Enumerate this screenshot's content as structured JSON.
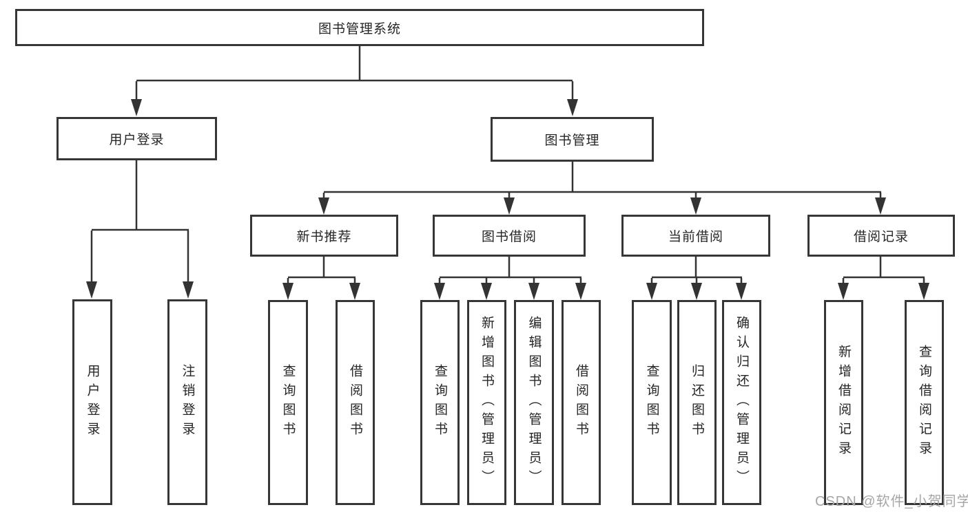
{
  "nodes": {
    "root": "图书管理系统",
    "user_login": "用户登录",
    "book_mgmt": "图书管理",
    "new_book_rec": "新书推荐",
    "book_borrow": "图书借阅",
    "current_borrow": "当前借阅",
    "borrow_records": "借阅记录",
    "leaf_user_login": "用户登录",
    "leaf_logout": "注销登录",
    "leaf_nbr_query": "查询图书",
    "leaf_nbr_borrow": "借阅图书",
    "leaf_bb_query": "查询图书",
    "leaf_bb_add": "新增图书（管理员）",
    "leaf_bb_edit": "编辑图书（管理员）",
    "leaf_bb_borrow": "借阅图书",
    "leaf_cb_query": "查询图书",
    "leaf_cb_return": "归还图书",
    "leaf_cb_confirm": "确认归还（管理员）",
    "leaf_br_add": "新增借阅记录",
    "leaf_br_query": "查询借阅记录"
  },
  "watermark": "CSDN @软件_小贺同学",
  "colors": {
    "line": "#333333",
    "border": "#363636",
    "text": "#262626",
    "watermark": "#a6a6a6",
    "background": "#ffffff"
  }
}
